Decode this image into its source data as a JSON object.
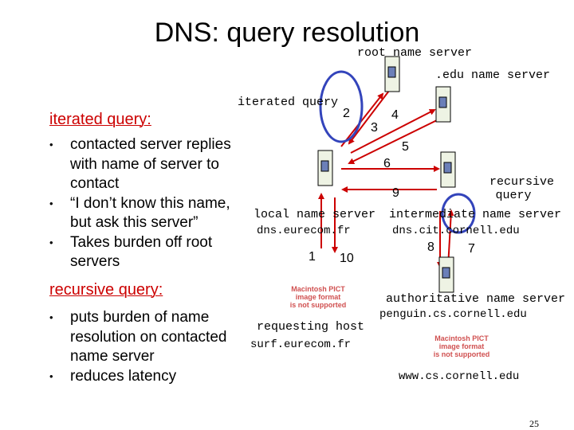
{
  "title": "DNS: query resolution",
  "iterated": {
    "heading": "iterated query:",
    "bullets": [
      "contacted server replies with name of server to contact",
      "“I don’t know this name, but ask this server”",
      "Takes burden off root servers"
    ]
  },
  "recursive": {
    "heading": "recursive query:",
    "bullets": [
      "puts burden of name resolution on contacted name server",
      "reduces latency"
    ]
  },
  "diagram": {
    "root_label": "root name server",
    "edu_label": ".edu name server",
    "iterated_label": "iterated query",
    "recursive_label_line1": "recursive",
    "recursive_label_line2": "query",
    "local_label": "local name server",
    "local_host": "dns.eurecom.fr",
    "intermediate_label": "intermediate name server",
    "intermediate_host": "dns.cit.cornell.edu",
    "authoritative_label": "authoritative name server",
    "authoritative_host": "penguin.cs.cornell.edu",
    "requesting_label": "requesting host",
    "requesting_host": "surf.eurecom.fr",
    "target_host": "www.cs.cornell.edu",
    "steps": [
      "1",
      "2",
      "3",
      "4",
      "5",
      "6",
      "7",
      "8",
      "9",
      "10"
    ],
    "pict_line1": "Macintosh PICT",
    "pict_line2": "image format",
    "pict_line3": "is not supported"
  },
  "colors": {
    "heading": "#cc0000",
    "arrow": "#cc0000",
    "circle": "#3344bb",
    "server_body": "#eef3e4",
    "server_panel": "#6b7fb8"
  },
  "page_number": "25"
}
